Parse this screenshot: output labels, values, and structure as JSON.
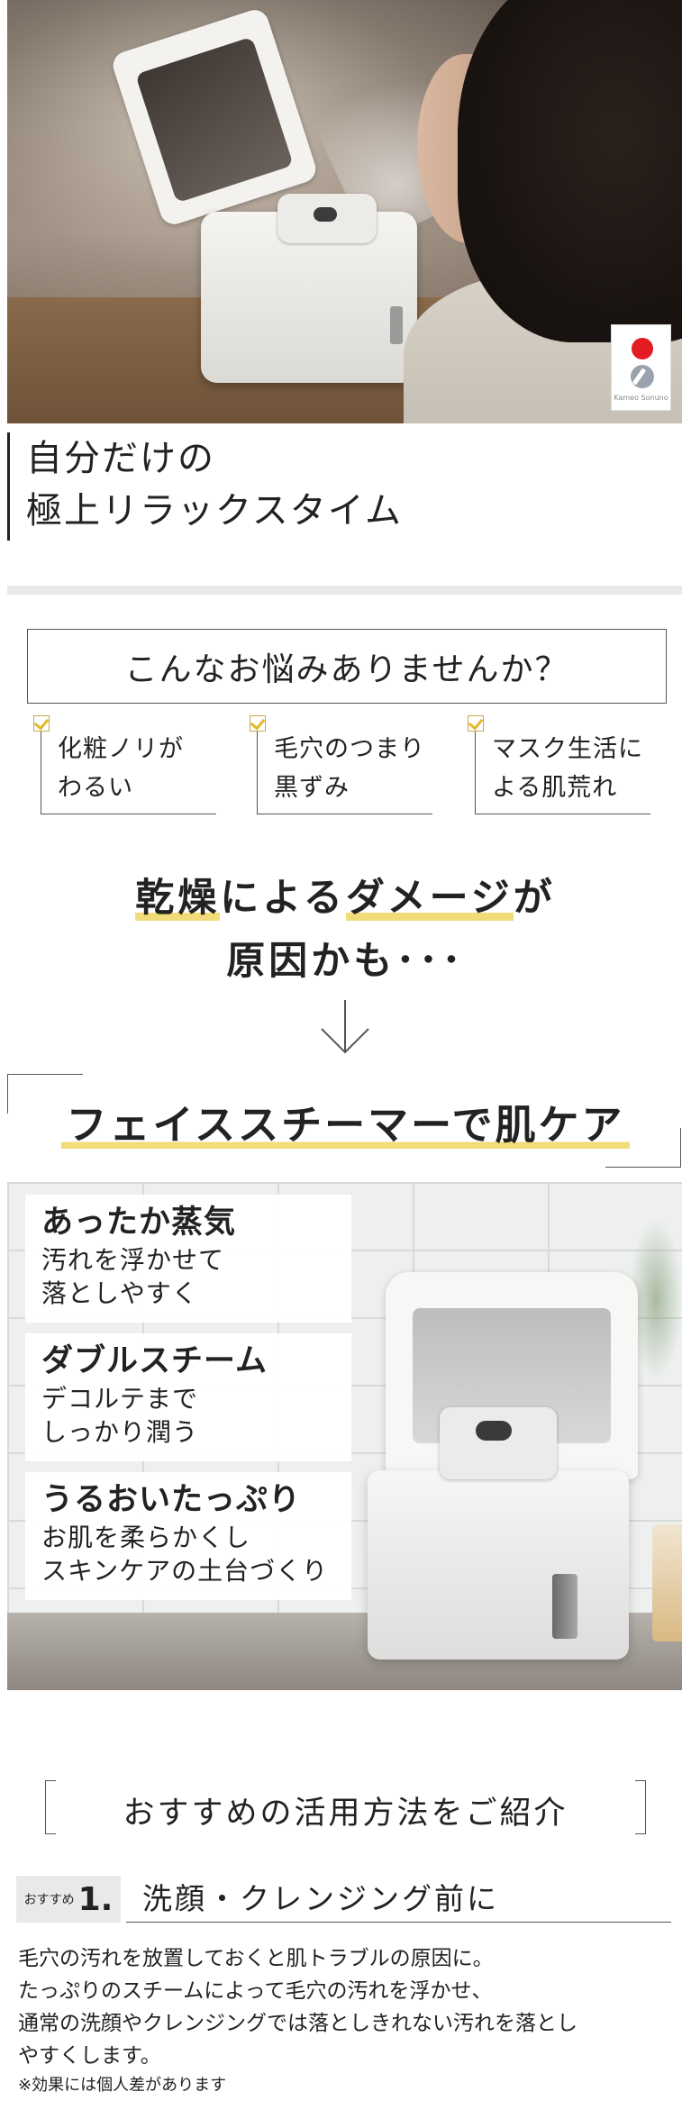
{
  "hero": {
    "badge_brand": "Kameo Sonuno"
  },
  "intro": {
    "line1": "自分だけの",
    "line2": "極上リラックスタイム"
  },
  "worries": {
    "title": "こんなお悩みありませんか？",
    "items": [
      {
        "line1": "化粧ノリが",
        "line2": "わるい"
      },
      {
        "line1": "毛穴のつまり",
        "line2": "黒ずみ"
      },
      {
        "line1": "マスク生活に",
        "line2": "よる肌荒れ"
      }
    ]
  },
  "cause": {
    "part1": "乾燥",
    "part2": "による",
    "part3": "ダメージ",
    "part4": "が",
    "line2": "原因かも･･･"
  },
  "steamer": {
    "title": "フェイススチーマーで肌ケア"
  },
  "features": [
    {
      "title": "あったか蒸気",
      "desc1": "汚れを浮かせて",
      "desc2": "落としやすく"
    },
    {
      "title": "ダブルスチーム",
      "desc1": "デコルテまで",
      "desc2": "しっかり潤う"
    },
    {
      "title": "うるおいたっぷり",
      "desc1": "お肌を柔らかくし",
      "desc2": "スキンケアの土台づくり"
    }
  ],
  "usage": {
    "title": "おすすめの活用方法をご紹介",
    "badge_label": "おすすめ",
    "badge_num": "1.",
    "heading": "洗顔・クレンジング前に",
    "body1": "毛穴の汚れを放置しておくと肌トラブルの原因に。",
    "body2": "たっぷりのスチームによって毛穴の汚れを浮かせ、",
    "body3": "通常の洗顔やクレンジングでは落としきれない汚れを落とし",
    "body4": "やすくします。",
    "note": "※効果には個人差があります"
  }
}
